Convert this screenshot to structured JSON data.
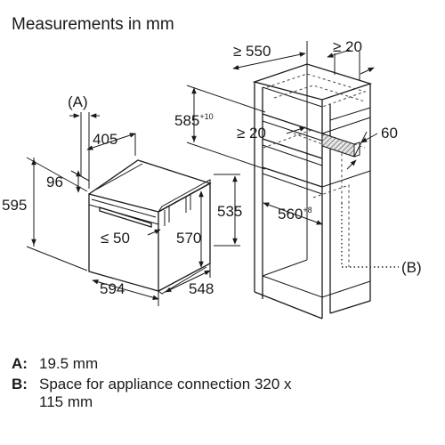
{
  "title": "Measurements in mm",
  "labels": {
    "recess": "(A)",
    "depth_405": "405",
    "height_96": "96",
    "height_595": "595",
    "width_594": "594",
    "depth_548": "548",
    "gap_50": "≤ 50",
    "height_570": "570",
    "height_535": "535",
    "depth_550": "≥ 550",
    "clear_20_top": "≥ 20",
    "height_585": "585",
    "height_585_tol": "+10",
    "clear_20_mid": "≥ 20",
    "vent_60": "60",
    "width_560": "560",
    "width_560_tol": "+8",
    "connection_space": "(B)"
  },
  "legend": [
    {
      "key": "A:",
      "text": "19.5 mm"
    },
    {
      "key": "B:",
      "text": "Space for appliance connection 320 x",
      "text2": "115 mm"
    }
  ]
}
